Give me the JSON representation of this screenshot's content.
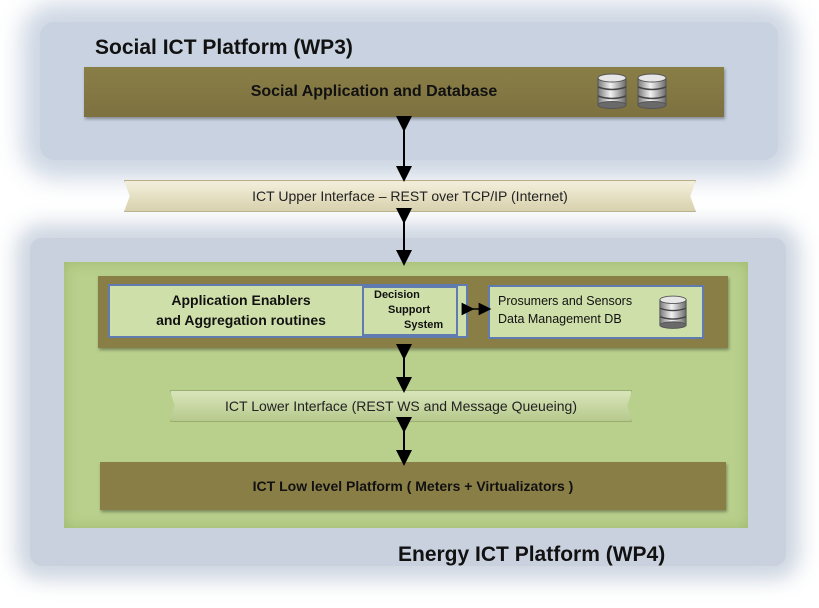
{
  "social": {
    "title": "Social ICT Platform (WP3)",
    "app_label": "Social Application and Database",
    "db_icons": [
      "database-icon",
      "database-icon"
    ]
  },
  "upper_interface": {
    "label": "ICT Upper Interface – REST over TCP/IP (Internet)"
  },
  "energy": {
    "title": "Energy ICT Platform (WP4)",
    "enablers": {
      "line1": "Application Enablers",
      "line2": "and Aggregation routines"
    },
    "dss": {
      "line1": "Decision",
      "line2": "Support",
      "line3": "System"
    },
    "prosumers": {
      "line1": "Prosumers and Sensors",
      "line2": "Data Management DB",
      "icon": "database-icon"
    },
    "lower_interface_label": "ICT Lower Interface (REST WS and Message Queueing)",
    "lowlevel_label": "ICT Low level Platform ( Meters + Virtualizators )"
  },
  "colors": {
    "olive_band": "#8a7e47",
    "green_panel": "#b9d08d",
    "blue_halo": "#c8d2e0",
    "box_border": "#5f7bb0"
  }
}
